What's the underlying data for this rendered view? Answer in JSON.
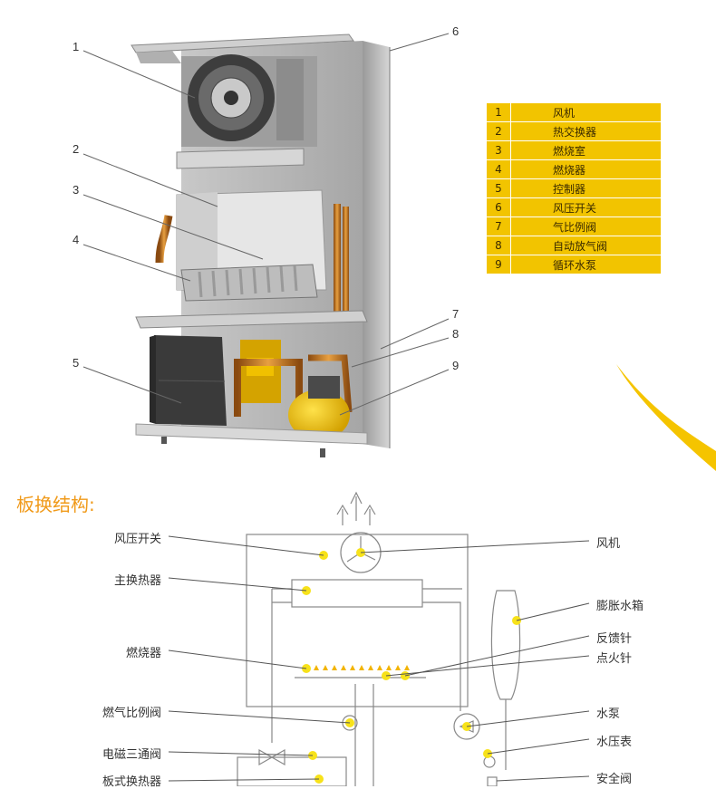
{
  "top_callouts": [
    "1",
    "2",
    "3",
    "4",
    "5",
    "6",
    "7",
    "8",
    "9"
  ],
  "legend": [
    {
      "num": "1",
      "label": "风机"
    },
    {
      "num": "2",
      "label": "热交换器"
    },
    {
      "num": "3",
      "label": "燃烧室"
    },
    {
      "num": "4",
      "label": "燃烧器"
    },
    {
      "num": "5",
      "label": "控制器"
    },
    {
      "num": "6",
      "label": "风压开关"
    },
    {
      "num": "7",
      "label": "气比例阀"
    },
    {
      "num": "8",
      "label": "自动放气阀"
    },
    {
      "num": "9",
      "label": "循环水泵"
    }
  ],
  "section_title": "板换结构:",
  "diagram_left_labels": [
    "风压开关",
    "主换热器",
    "燃烧器",
    "燃气比例阀",
    "电磁三通阀",
    "板式换热器"
  ],
  "diagram_right_labels": [
    "风机",
    "膨胀水箱",
    "反馈针",
    "点火针",
    "水泵",
    "水压表",
    "安全阀"
  ],
  "colors": {
    "accent": "#f2c400",
    "title": "#f09a1a",
    "marker": "#f7e21a"
  }
}
